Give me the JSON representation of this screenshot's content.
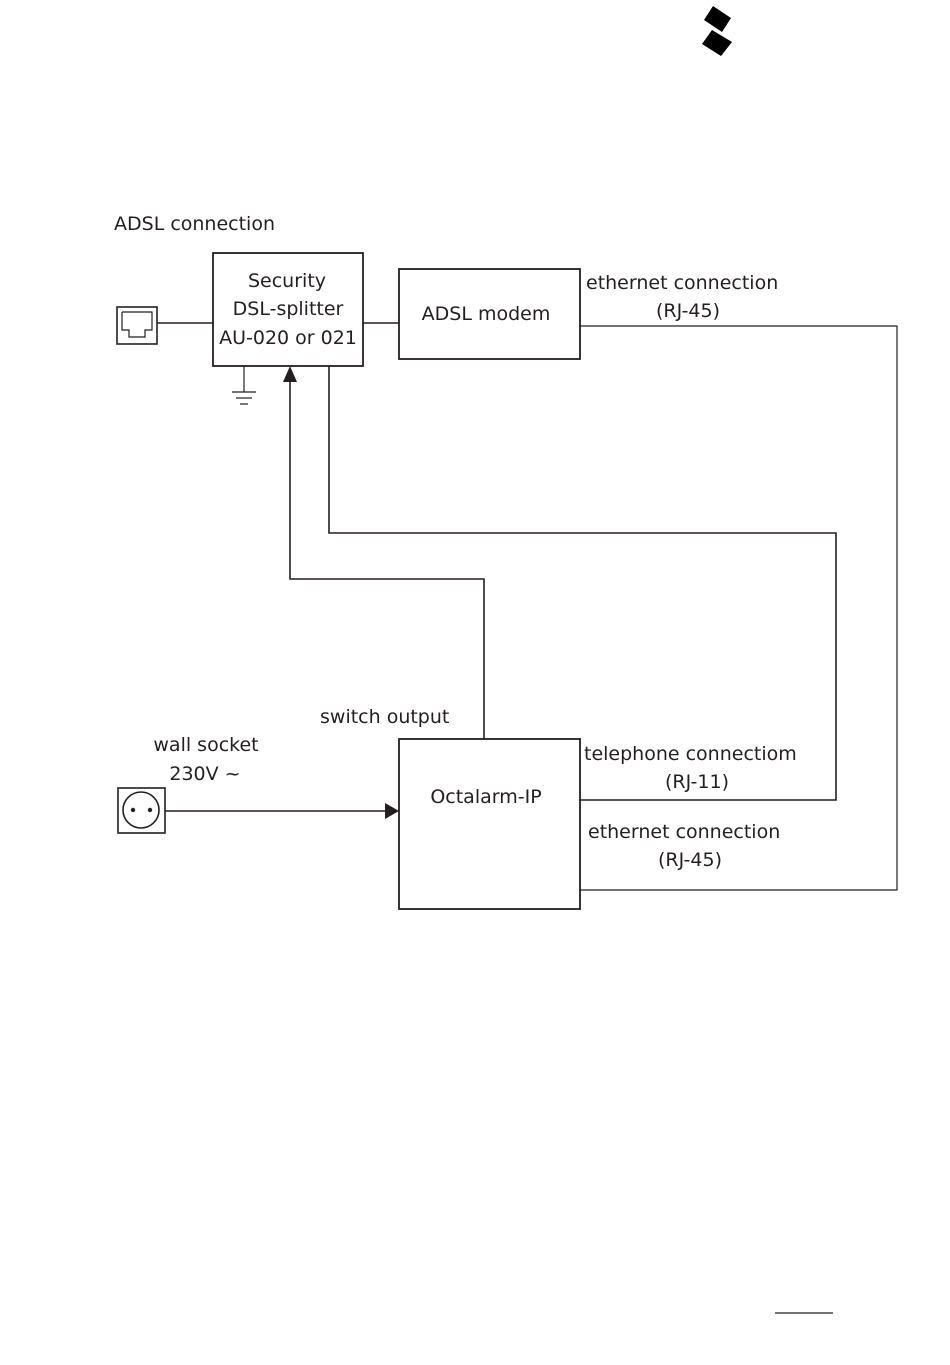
{
  "labels": {
    "adsl_connection": "ADSL connection",
    "splitter_line1": "Security",
    "splitter_line2": "DSL-splitter",
    "splitter_line3": "AU-020 or 021",
    "modem": "ADSL modem",
    "eth_top_line1": "ethernet connection",
    "eth_top_line2": "(RJ-45)",
    "switch_output": "switch output",
    "wall_socket_line1": "wall socket",
    "wall_socket_line2": "230V ~",
    "octalarm": "Octalarm-IP",
    "tel_line1": "telephone connectiom",
    "tel_line2": "(RJ-11)",
    "eth_bottom_line1": "ethernet connection",
    "eth_bottom_line2": "(RJ-45)"
  },
  "icons": {
    "logo": "logo-mark-icon",
    "phone_jack": "rj-jack-icon",
    "ground": "ground-icon",
    "wall_socket": "wall-socket-icon"
  }
}
